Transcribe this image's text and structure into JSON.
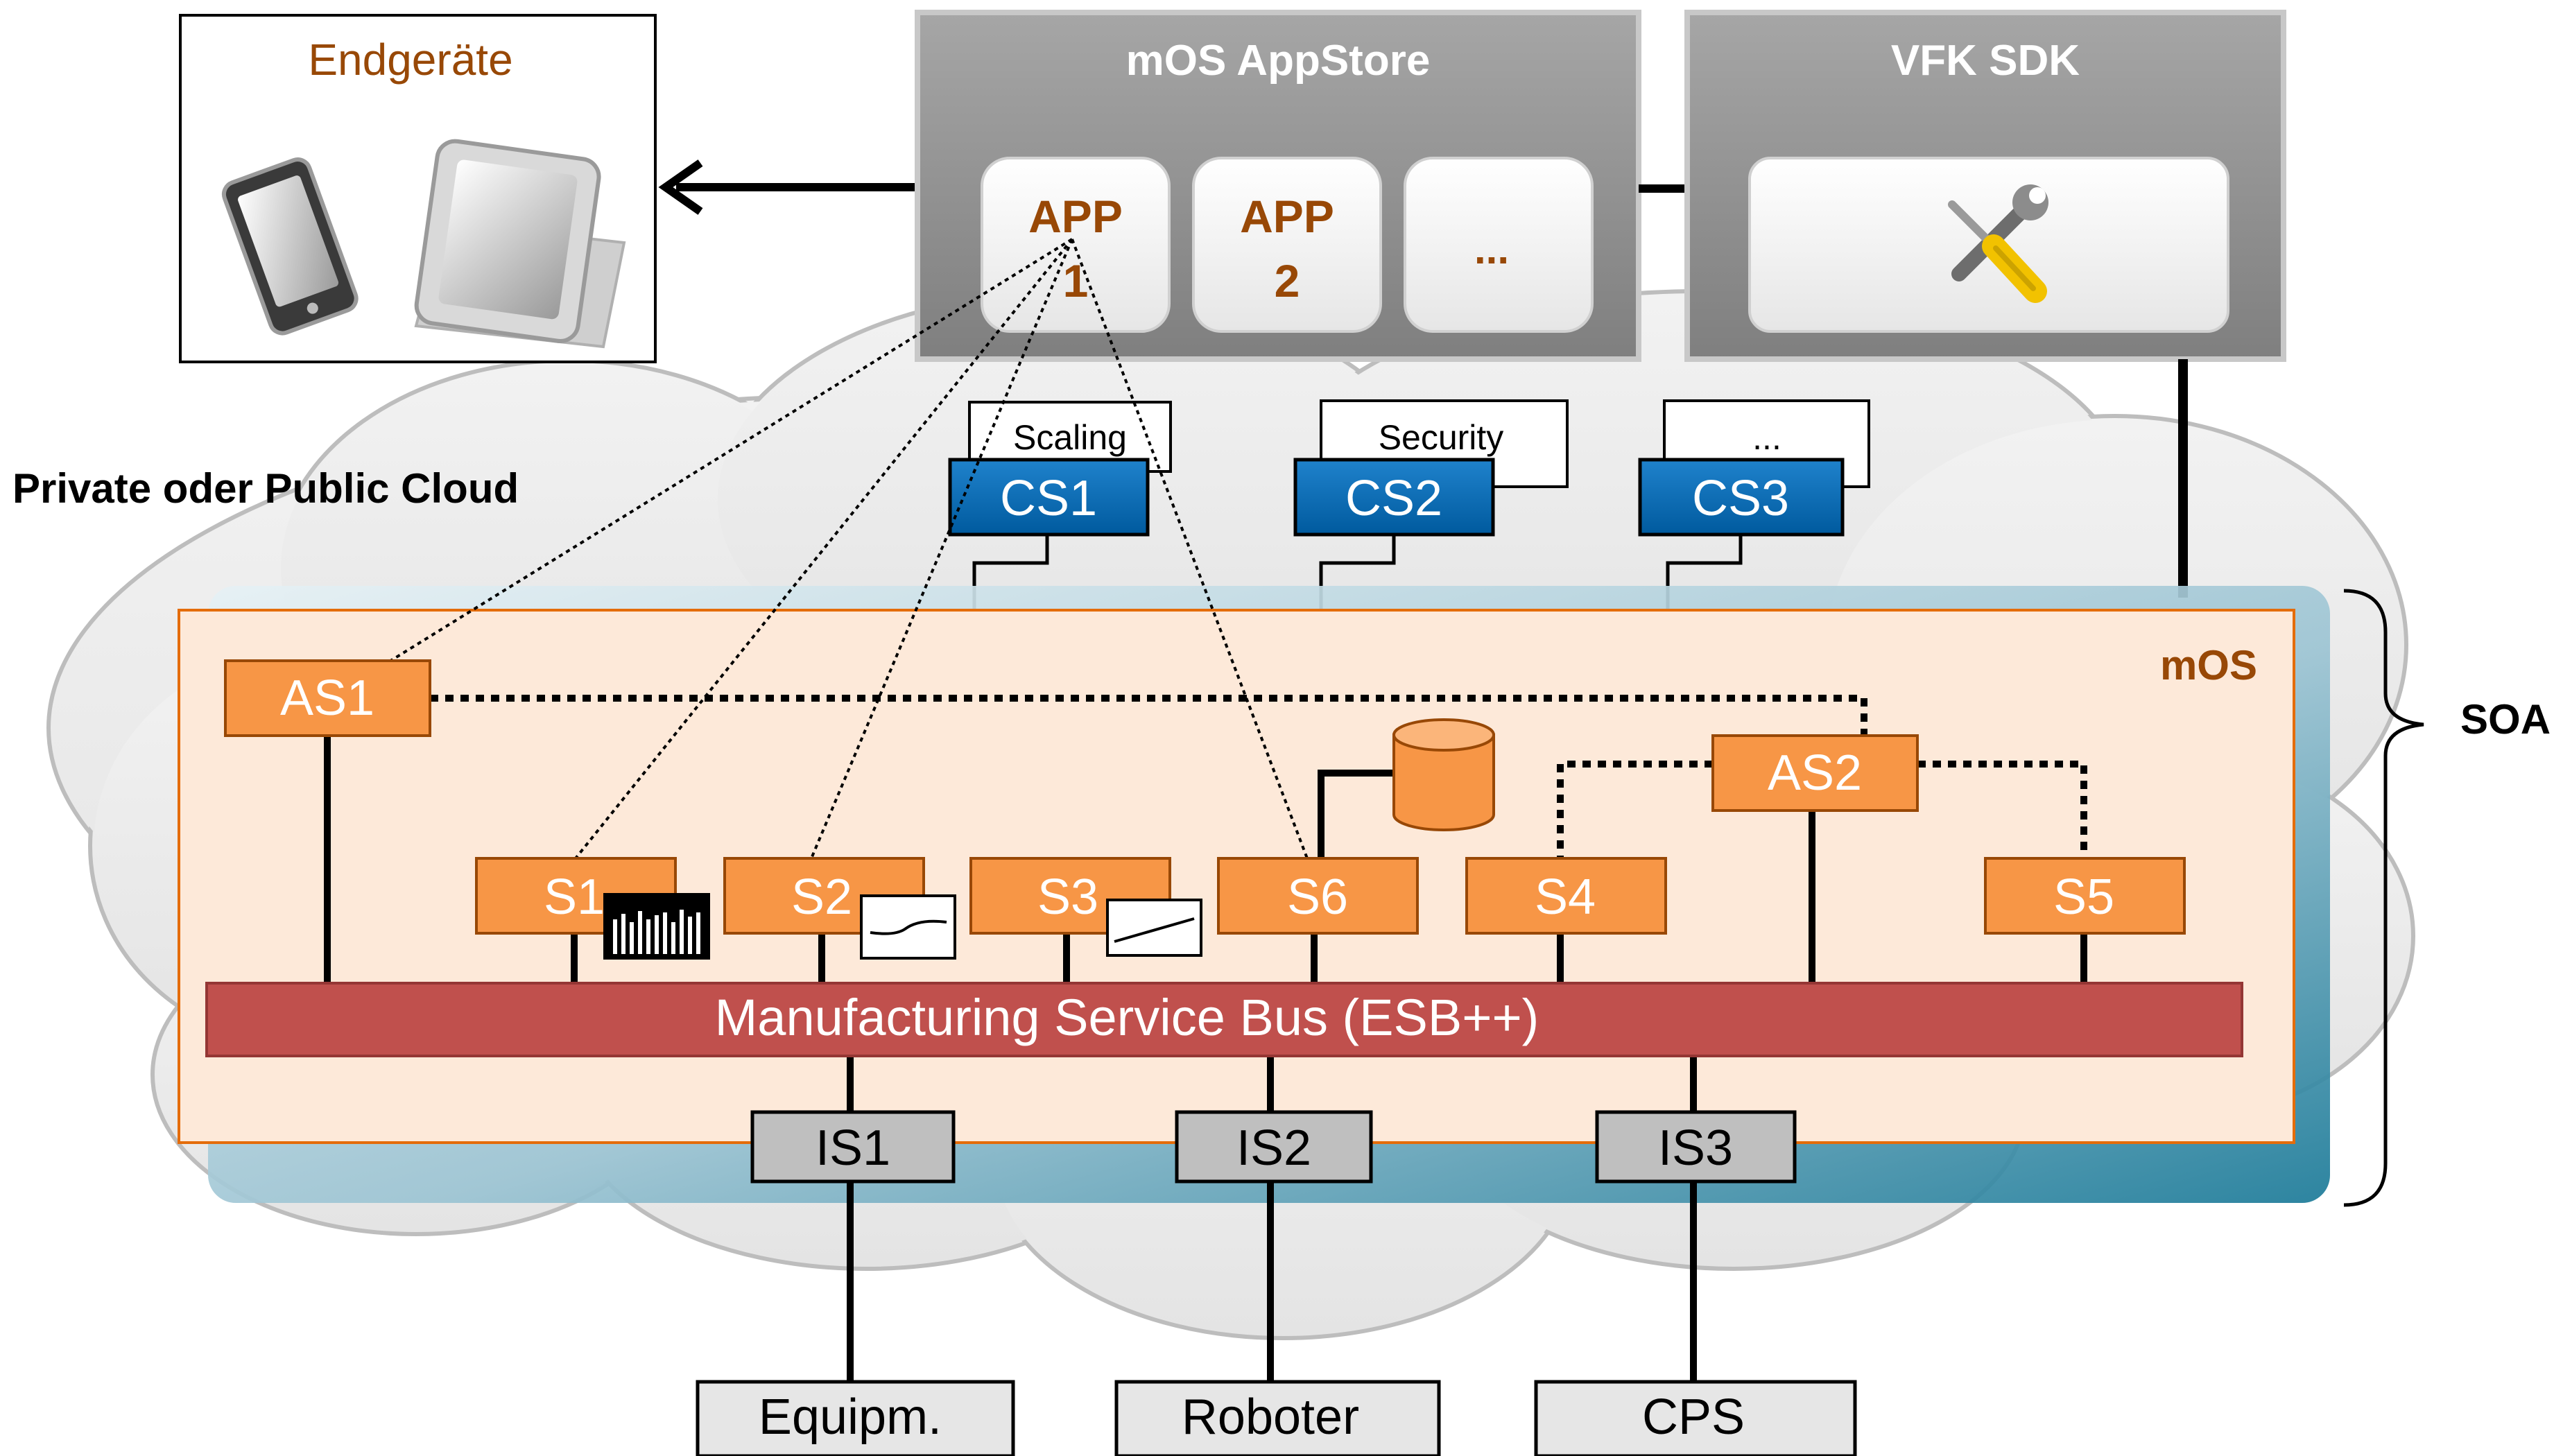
{
  "endgeraete": {
    "title": "Endgeräte"
  },
  "cloud_label": "Private oder Public Cloud",
  "appstore": {
    "title": "mOS AppStore",
    "apps": [
      {
        "line1": "APP",
        "line2": "1"
      },
      {
        "line1": "APP",
        "line2": "2"
      },
      {
        "line1": "...",
        "line2": ""
      }
    ]
  },
  "sdk": {
    "title": "VFK SDK",
    "tool_icon": "tools-icon"
  },
  "cloud_services": [
    {
      "label": "CS1",
      "tab": "Scaling"
    },
    {
      "label": "CS2",
      "tab": "Security"
    },
    {
      "label": "CS3",
      "tab": "..."
    }
  ],
  "mos": {
    "title": "mOS"
  },
  "soa_label": "SOA",
  "app_services": [
    "AS1",
    "AS2"
  ],
  "services": [
    "S1",
    "S2",
    "S3",
    "S6",
    "S4",
    "S5"
  ],
  "bus": {
    "label": "Manufacturing Service Bus (ESB++)"
  },
  "interface_services": [
    "IS1",
    "IS2",
    "IS3"
  ],
  "devices": [
    "Equipm.",
    "Roboter",
    "CPS"
  ],
  "colors": {
    "orange": "#F79646",
    "mos_fill": "#FDE9D9",
    "bus": "#C0504D",
    "cs_blue": "#0070C0",
    "teal": "#31859C",
    "brown_text": "#984806",
    "gray_box": "#BFBFBF"
  }
}
